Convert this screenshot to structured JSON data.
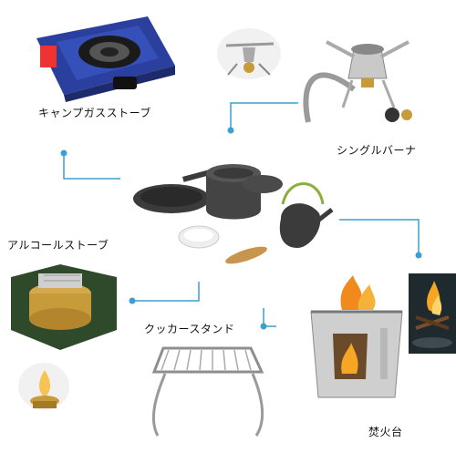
{
  "labels": {
    "gas_stove": "キャンプガスストーブ",
    "single_burner": "シングルバーナ",
    "alcohol_stove": "アルコールストーブ",
    "cooker_stand": "クッカースタンド",
    "wood_stove": "焚火台"
  },
  "colors": {
    "connector": "#3aa0cf",
    "stove_blue": "#2b3f9e",
    "alcohol_green": "#2e4a2a",
    "brass": "#c79a3a",
    "pot": "#3b3b3b",
    "flame": "#f08a1c"
  },
  "icons": [
    "gas-stove-icon",
    "single-burner-icon",
    "cookware-set-icon",
    "alcohol-stove-icon",
    "cooker-stand-icon",
    "wood-stove-icon"
  ]
}
